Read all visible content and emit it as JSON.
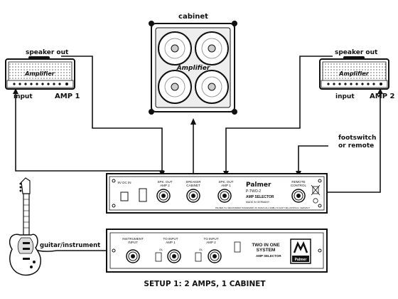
{
  "labels": {
    "cabinet": "cabinet",
    "speaker_out_left": "speaker out",
    "speaker_out_right": "speaker out",
    "input_left": "input",
    "input_right": "input",
    "amp1": "AMP 1",
    "amp2": "AMP 2",
    "footswitch": [
      "footswitch",
      "or remote"
    ],
    "guitar": "guitar/instrument",
    "caption": "SETUP 1: 2 AMPS, 1 CABINET"
  },
  "amp_logo": "Amplifier",
  "cab_logo": "Amplifier",
  "unit_top": {
    "dc": "9V DC IN",
    "jack1": [
      "SPK. OUT",
      "AMP 2"
    ],
    "jack2": [
      "SPEAKER",
      "CABINET"
    ],
    "jack3": [
      "SPK. OUT",
      "AMP 1"
    ],
    "jack4": [
      "REMOTE",
      "CONTROL"
    ],
    "brand": "Palmer",
    "model": "P-TWO-2",
    "product": "AMP SELECTOR",
    "made": "MADE IN GERMANY",
    "fine_print": "PALMER IS A REGISTERED TRADEMARK OF ADAM HALL GMBH, D-61267 NEU-ANSPACH, GERMANY"
  },
  "unit_bottom": {
    "jack1": [
      "INSTRUMENT",
      "INPUT"
    ],
    "jack2": [
      "TO INPUT",
      "AMP 1"
    ],
    "jack3": [
      "TO INPUT",
      "AMP 2"
    ],
    "sw1": "GL",
    "sw2": "GL",
    "title": [
      "TWO IN ONE",
      "SYSTEM"
    ],
    "sub": "AMP SELECTOR",
    "logo": "Palmer"
  }
}
